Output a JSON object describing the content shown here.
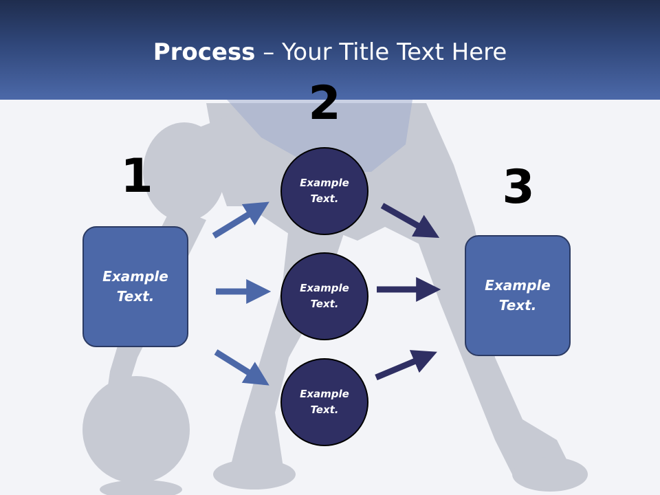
{
  "slide": {
    "title_bold": "Process",
    "title_rest": " – Your Title Text Here"
  },
  "steps": {
    "one": "1",
    "two": "2",
    "three": "3"
  },
  "left_box": {
    "text": "Example Text."
  },
  "circles": [
    {
      "text": "Example Text."
    },
    {
      "text": "Example Text."
    },
    {
      "text": "Example Text."
    }
  ],
  "right_box": {
    "text": "Example Text."
  },
  "colors": {
    "header_dark": "#1f2d4e",
    "header_light": "#4c69a9",
    "box_fill": "#4c68a8",
    "circle_fill": "#2f2f63",
    "arrow_left": "#4c68a8",
    "arrow_right": "#2f2f63",
    "silhouette": "#c5c8d1"
  }
}
